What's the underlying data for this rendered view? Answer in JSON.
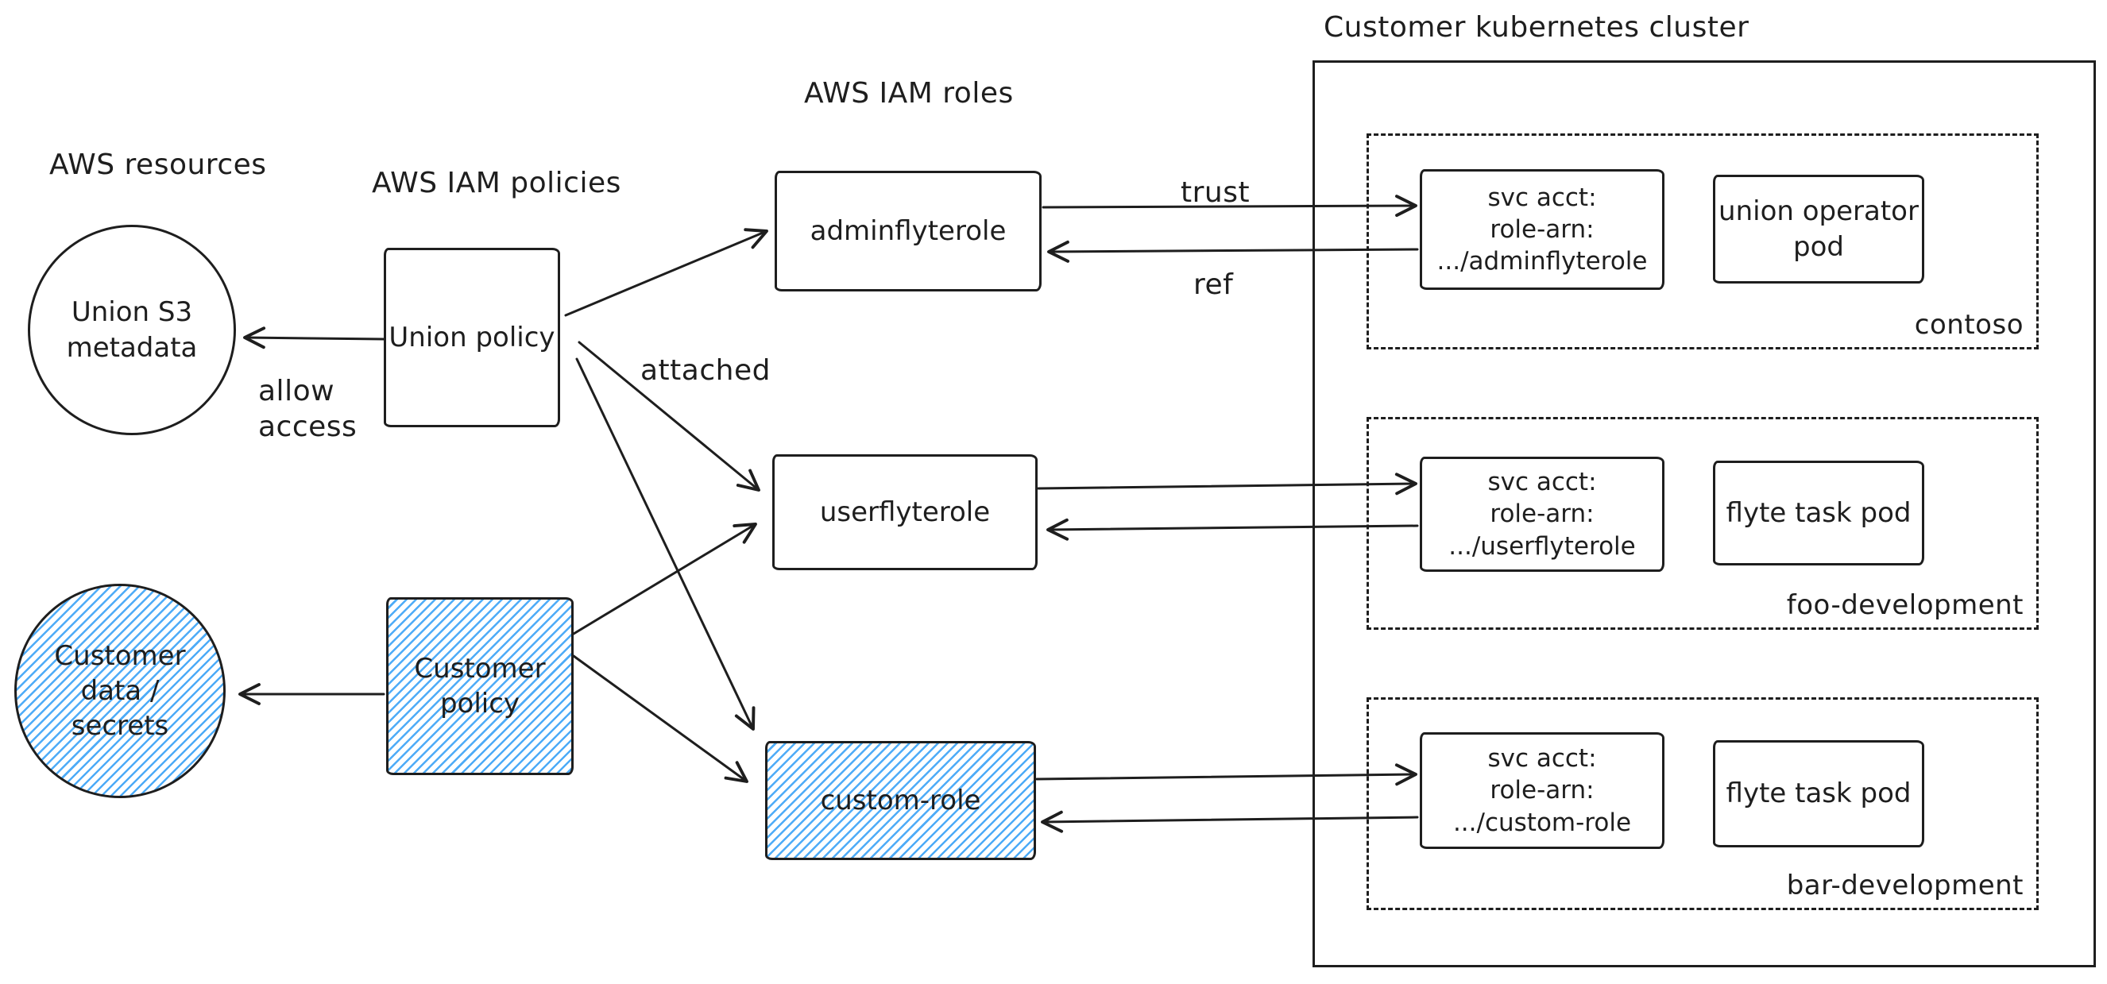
{
  "title": "Customer kubernetes cluster",
  "sections": {
    "aws_resources": "AWS resources",
    "aws_iam_policies": "AWS IAM policies",
    "aws_iam_roles": "AWS IAM roles"
  },
  "nodes": {
    "union_s3_metadata": [
      "Union S3",
      "metadata"
    ],
    "union_policy": "Union policy",
    "customer_data_secrets": [
      "Customer",
      "data /",
      "secrets"
    ],
    "customer_policy": [
      "Customer",
      "policy"
    ],
    "adminflyterole": "adminflyterole",
    "userflyterole": "userflyterole",
    "custom_role": "custom-role"
  },
  "edge_labels": {
    "allow_access": [
      "allow",
      "access"
    ],
    "attached": "attached",
    "trust": "trust",
    "ref": "ref"
  },
  "cluster": {
    "namespaces": [
      {
        "name": "contoso",
        "svc_acct": [
          "svc acct:",
          "role-arn:",
          ".../adminflyterole"
        ],
        "pod": [
          "union operator",
          "pod"
        ]
      },
      {
        "name": "foo-development",
        "svc_acct": [
          "svc acct:",
          "role-arn:",
          ".../userflyterole"
        ],
        "pod": [
          "flyte task pod"
        ]
      },
      {
        "name": "bar-development",
        "svc_acct": [
          "svc acct:",
          "role-arn:",
          ".../custom-role"
        ],
        "pod": [
          "flyte task pod"
        ]
      }
    ]
  },
  "colors": {
    "stroke": "#1e1e1e",
    "accent_blue": "#4dabf7"
  }
}
